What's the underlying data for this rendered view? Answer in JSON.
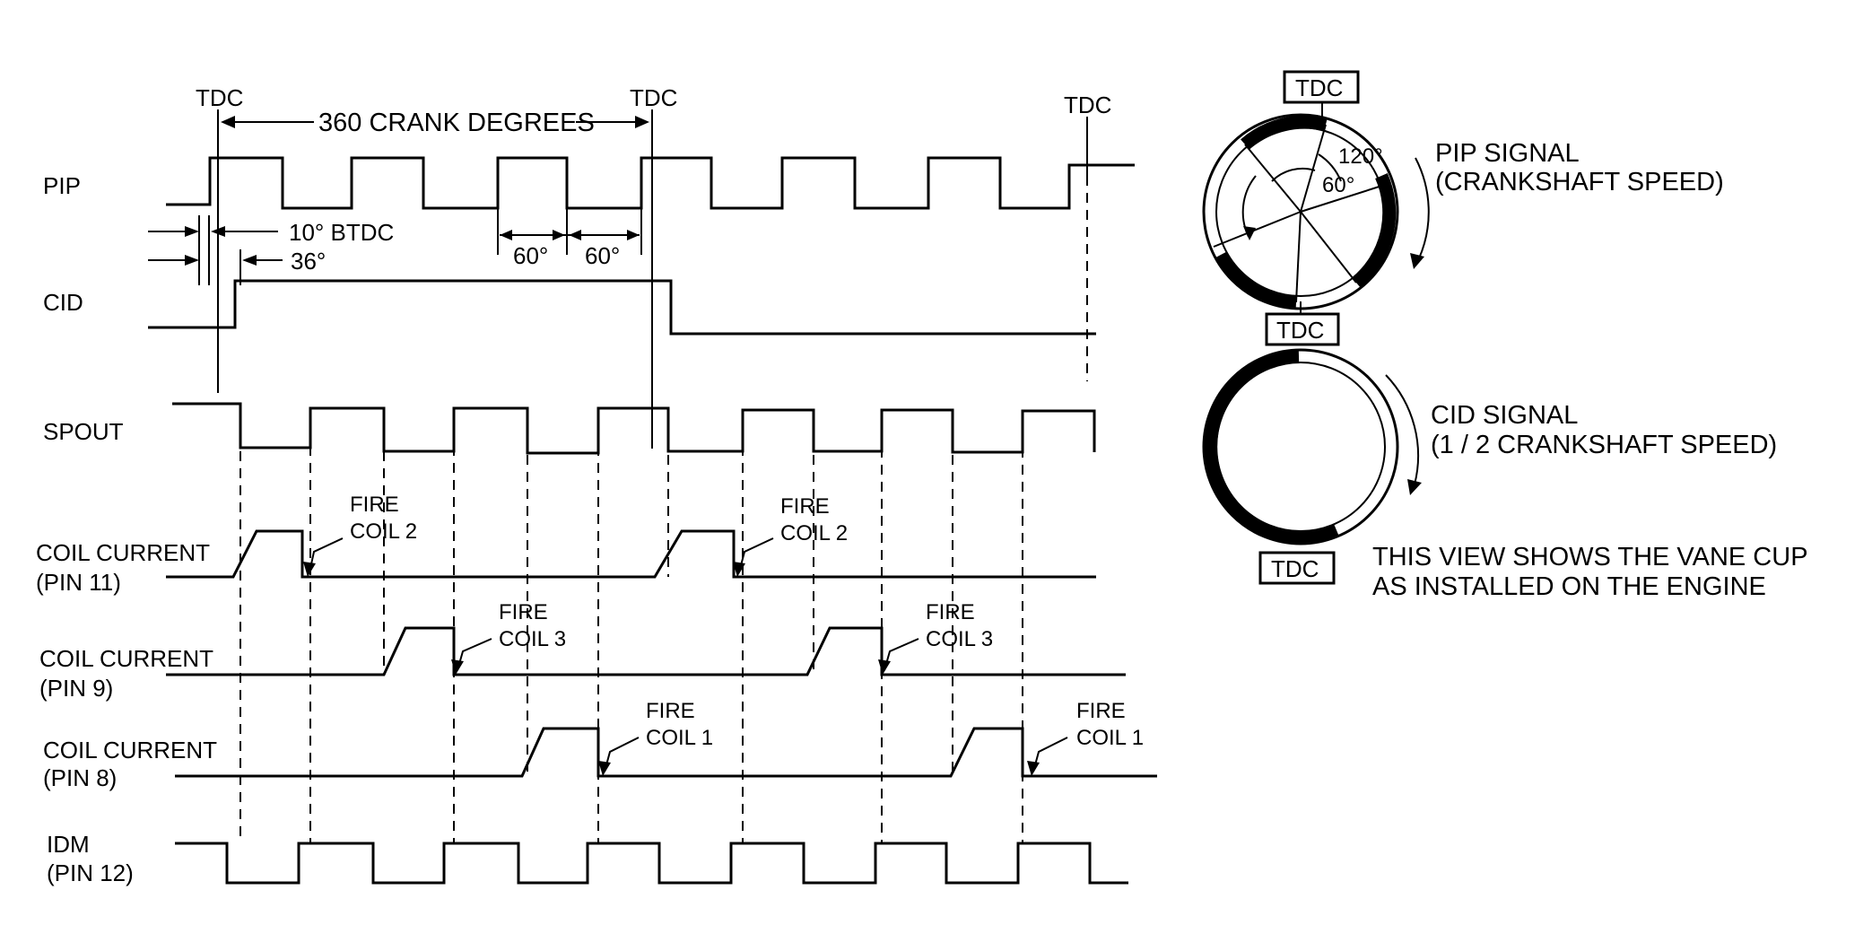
{
  "timing": {
    "tdc_labels": [
      "TDC",
      "TDC",
      "TDC"
    ],
    "crank_degrees": "360 CRANK DEGREES",
    "btdc": "10°  BTDC",
    "deg36": "36°",
    "deg60": [
      "60°",
      "60°"
    ]
  },
  "signals": {
    "pip": "PIP",
    "cid": "CID",
    "spout": "SPOUT",
    "coil11": [
      "COIL CURRENT",
      "(PIN 11)"
    ],
    "coil9": [
      "COIL CURRENT",
      "(PIN 9)"
    ],
    "coil8": [
      "COIL CURRENT",
      "(PIN 8)"
    ],
    "idm": [
      "IDM",
      "(PIN 12)"
    ]
  },
  "fire": {
    "word": "FIRE",
    "coil2": "COIL 2",
    "coil3": "COIL 3",
    "coil1": "COIL 1"
  },
  "vane_cups": {
    "tdc_box": "TDC",
    "angle120": "120°",
    "angle60": "60°",
    "pip_signal": [
      "PIP SIGNAL",
      "(CRANKSHAFT SPEED)"
    ],
    "cid_signal": [
      "CID SIGNAL",
      "(1 / 2 CRANKSHAFT SPEED)"
    ],
    "note": [
      "THIS VIEW SHOWS THE VANE CUP",
      "AS INSTALLED ON THE ENGINE"
    ]
  }
}
